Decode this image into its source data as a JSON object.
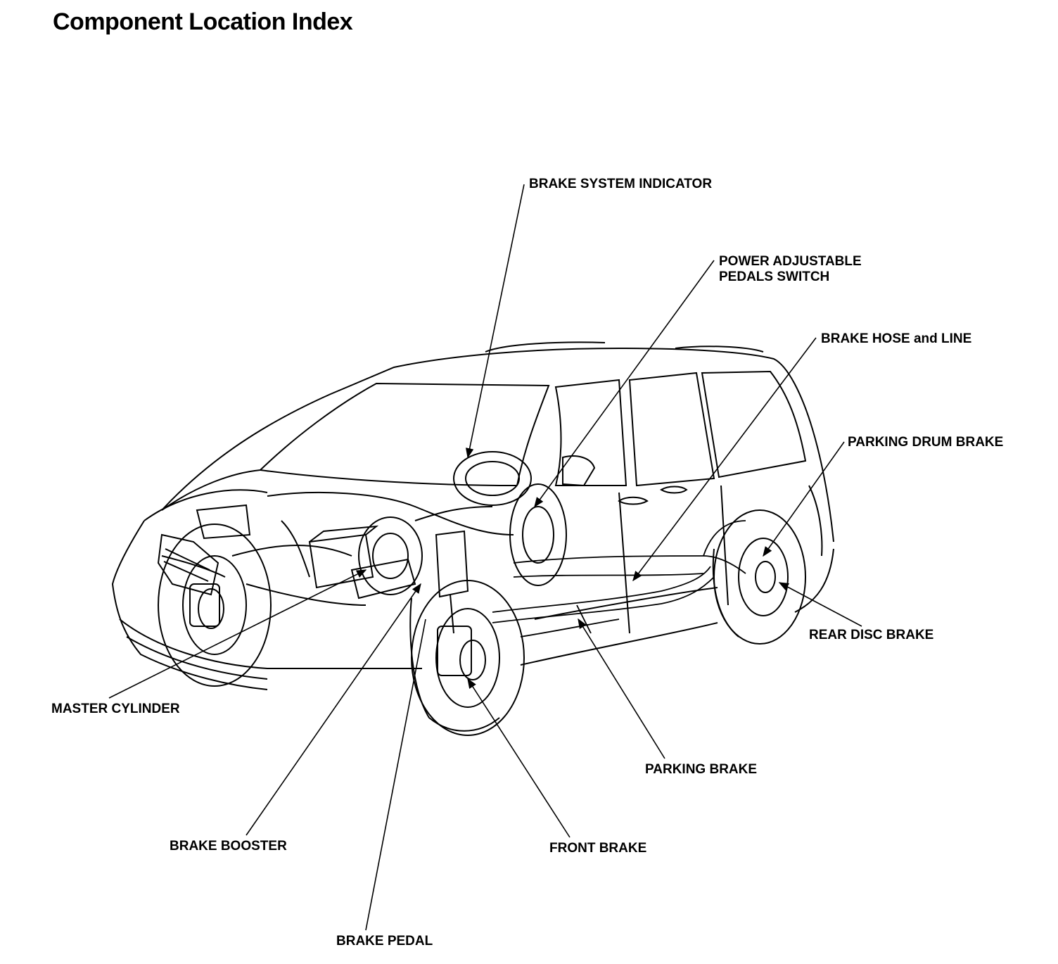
{
  "title": "Component Location Index",
  "labels": {
    "brake_system_indicator": "BRAKE SYSTEM INDICATOR",
    "power_adjustable_line1": "POWER ADJUSTABLE",
    "power_adjustable_line2": "PEDALS SWITCH",
    "brake_hose_and_line": "BRAKE HOSE and LINE",
    "parking_drum_brake": "PARKING DRUM BRAKE",
    "rear_disc_brake": "REAR DISC BRAKE",
    "master_cylinder": "MASTER CYLINDER",
    "parking_brake": "PARKING BRAKE",
    "brake_booster": "BRAKE BOOSTER",
    "front_brake": "FRONT BRAKE",
    "brake_pedal": "BRAKE PEDAL"
  },
  "colors": {
    "ink": "#000000",
    "paper": "#ffffff"
  }
}
